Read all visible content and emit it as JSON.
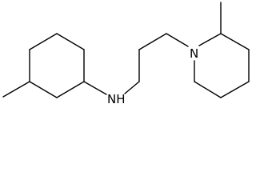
{
  "atoms": [
    {
      "id": "nh",
      "symbol": "N",
      "label": "NH",
      "show_label": true
    },
    {
      "id": "n_ring",
      "symbol": "N",
      "label": "N",
      "show_label": true
    }
  ],
  "colors": {
    "bond": "#000000",
    "label": "#000000",
    "background": "#ffffff"
  }
}
